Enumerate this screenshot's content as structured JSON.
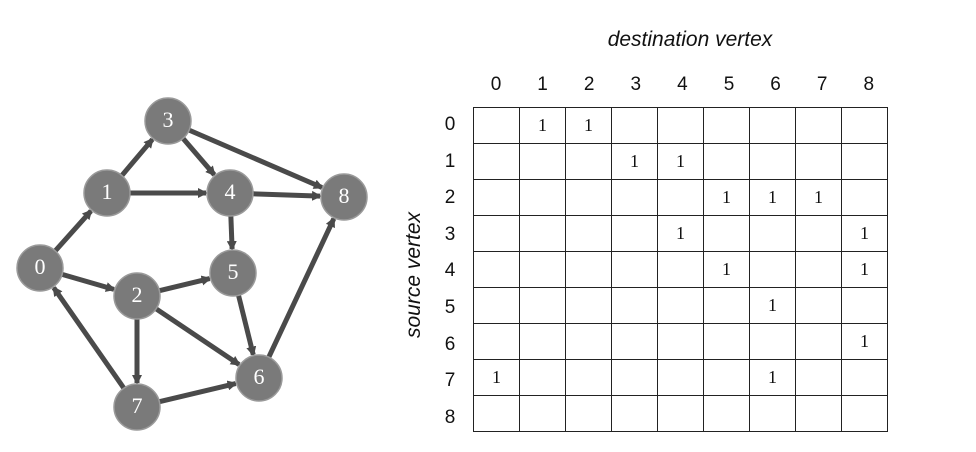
{
  "graph": {
    "nodes": [
      {
        "id": "0",
        "label": "0"
      },
      {
        "id": "1",
        "label": "1"
      },
      {
        "id": "2",
        "label": "2"
      },
      {
        "id": "3",
        "label": "3"
      },
      {
        "id": "4",
        "label": "4"
      },
      {
        "id": "5",
        "label": "5"
      },
      {
        "id": "6",
        "label": "6"
      },
      {
        "id": "7",
        "label": "7"
      },
      {
        "id": "8",
        "label": "8"
      }
    ],
    "edges": [
      [
        "0",
        "1"
      ],
      [
        "0",
        "2"
      ],
      [
        "1",
        "3"
      ],
      [
        "1",
        "4"
      ],
      [
        "2",
        "5"
      ],
      [
        "2",
        "6"
      ],
      [
        "2",
        "7"
      ],
      [
        "3",
        "4"
      ],
      [
        "3",
        "8"
      ],
      [
        "4",
        "5"
      ],
      [
        "4",
        "8"
      ],
      [
        "5",
        "6"
      ],
      [
        "6",
        "8"
      ],
      [
        "7",
        "0"
      ],
      [
        "7",
        "6"
      ]
    ],
    "node_color": "#7a7a7a",
    "edge_color": "#4a4a4a"
  },
  "matrix": {
    "col_title": "destination vertex",
    "row_title": "source vertex",
    "col_labels": [
      "0",
      "1",
      "2",
      "3",
      "4",
      "5",
      "6",
      "7",
      "8"
    ],
    "row_labels": [
      "0",
      "1",
      "2",
      "3",
      "4",
      "5",
      "6",
      "7",
      "8"
    ],
    "cells": [
      [
        "",
        "1",
        "1",
        "",
        "",
        "",
        "",
        "",
        ""
      ],
      [
        "",
        "",
        "",
        "1",
        "1",
        "",
        "",
        "",
        ""
      ],
      [
        "",
        "",
        "",
        "",
        "",
        "1",
        "1",
        "1",
        ""
      ],
      [
        "",
        "",
        "",
        "",
        "1",
        "",
        "",
        "",
        "1"
      ],
      [
        "",
        "",
        "",
        "",
        "",
        "1",
        "",
        "",
        "1"
      ],
      [
        "",
        "",
        "",
        "",
        "",
        "",
        "1",
        "",
        ""
      ],
      [
        "",
        "",
        "",
        "",
        "",
        "",
        "",
        "",
        "1"
      ],
      [
        "1",
        "",
        "",
        "",
        "",
        "",
        "1",
        "",
        ""
      ],
      [
        "",
        "",
        "",
        "",
        "",
        "",
        "",
        "",
        ""
      ]
    ]
  }
}
